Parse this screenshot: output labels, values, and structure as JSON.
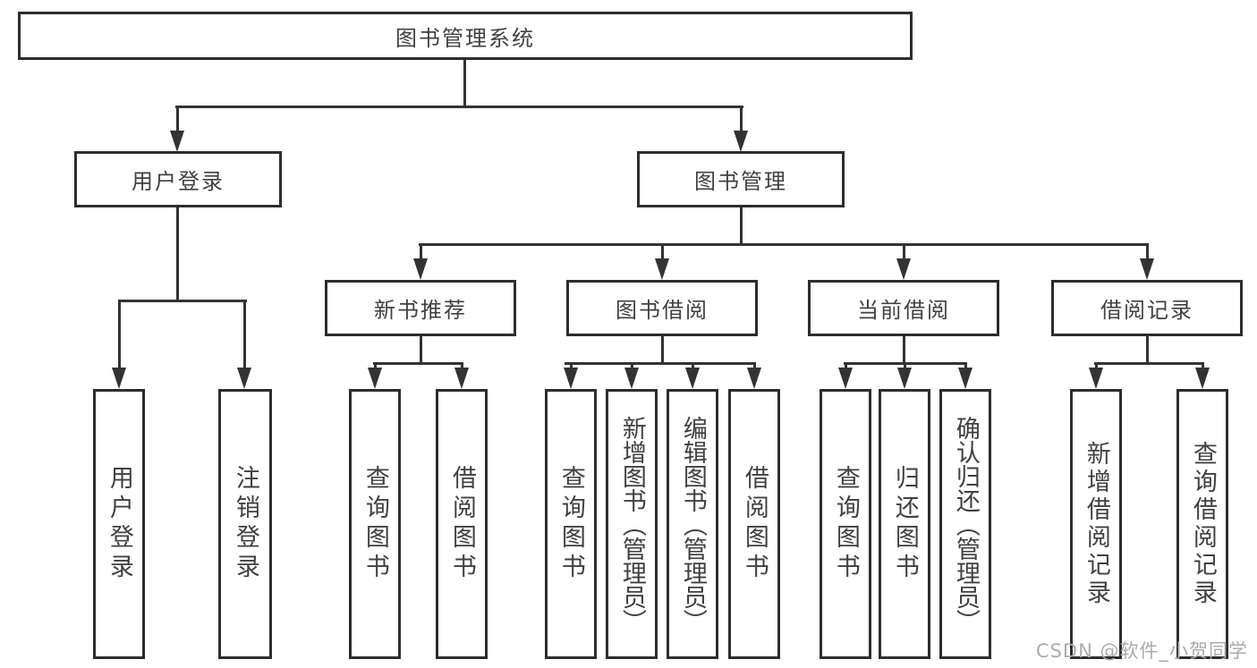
{
  "tree": {
    "root": {
      "label": "图书管理系统"
    },
    "branches": [
      {
        "label": "用户登录",
        "children": [
          "用户登录",
          "注销登录"
        ]
      },
      {
        "label": "图书管理",
        "children": [
          {
            "label": "新书推荐",
            "children": [
              "查询图书",
              "借阅图书"
            ]
          },
          {
            "label": "图书借阅",
            "children": [
              "查询图书",
              "新增图书（管理员）",
              "编辑图书（管理员）",
              "借阅图书"
            ]
          },
          {
            "label": "当前借阅",
            "children": [
              "查询图书",
              "归还图书",
              "确认归还（管理员）"
            ]
          },
          {
            "label": "借阅记录",
            "children": [
              "新增借阅记录",
              "查询借阅记录"
            ]
          }
        ]
      }
    ]
  },
  "watermark": {
    "text": "CSDN @软件_小贺同学"
  },
  "colors": {
    "background": "#ffffff",
    "box_border": "#2d2d2d",
    "connector_line": "#333333",
    "text": "#404040",
    "watermark_text": "#ababab"
  }
}
